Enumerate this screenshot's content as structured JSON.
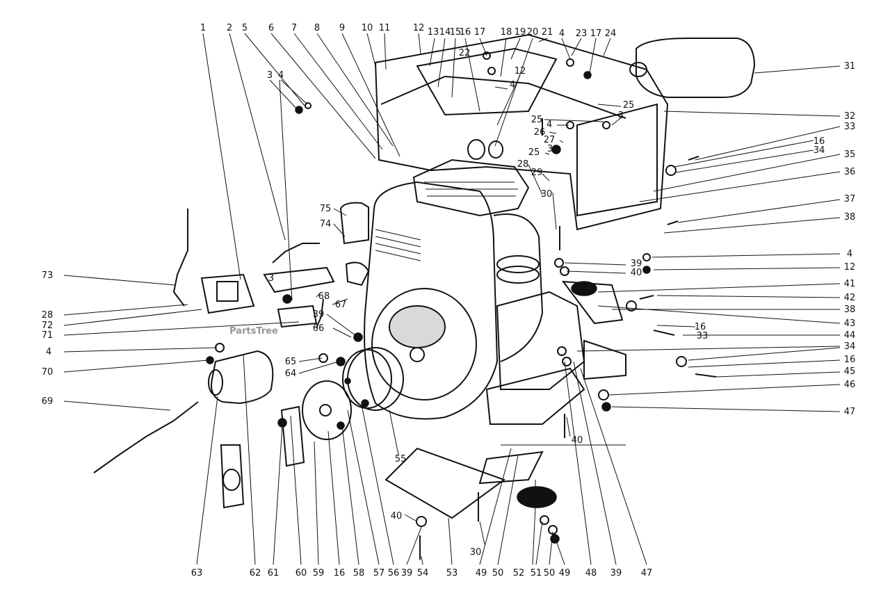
{
  "watermark": "PartsTree",
  "callouts": [
    {
      "id": "c-1",
      "label": "1"
    },
    {
      "id": "c-2",
      "label": "2"
    },
    {
      "id": "c-5",
      "label": "5"
    },
    {
      "id": "c-6",
      "label": "6"
    },
    {
      "id": "c-7",
      "label": "7"
    },
    {
      "id": "c-8",
      "label": "8"
    },
    {
      "id": "c-9",
      "label": "9"
    },
    {
      "id": "c-10",
      "label": "10"
    },
    {
      "id": "c-11",
      "label": "11"
    },
    {
      "id": "c-12a",
      "label": "12"
    },
    {
      "id": "c-13",
      "label": "13"
    },
    {
      "id": "c-14",
      "label": "14"
    },
    {
      "id": "c-15",
      "label": "15"
    },
    {
      "id": "c-16a",
      "label": "16"
    },
    {
      "id": "c-17a",
      "label": "17"
    },
    {
      "id": "c-18",
      "label": "18"
    },
    {
      "id": "c-19",
      "label": "19"
    },
    {
      "id": "c-20",
      "label": "20"
    },
    {
      "id": "c-21",
      "label": "21"
    },
    {
      "id": "c-4a",
      "label": "4"
    },
    {
      "id": "c-23",
      "label": "23"
    },
    {
      "id": "c-17b",
      "label": "17"
    },
    {
      "id": "c-24",
      "label": "24"
    },
    {
      "id": "c-22",
      "label": "22"
    },
    {
      "id": "c-12b",
      "label": "12"
    },
    {
      "id": "c-4b",
      "label": "4"
    },
    {
      "id": "c-3a",
      "label": "3"
    },
    {
      "id": "c-4c",
      "label": "4"
    },
    {
      "id": "c-31",
      "label": "31"
    },
    {
      "id": "c-25a",
      "label": "25"
    },
    {
      "id": "c-32",
      "label": "32"
    },
    {
      "id": "c-25b",
      "label": "25"
    },
    {
      "id": "c-3b",
      "label": "3"
    },
    {
      "id": "c-4d",
      "label": "4"
    },
    {
      "id": "c-33a",
      "label": "33"
    },
    {
      "id": "c-26",
      "label": "26"
    },
    {
      "id": "c-27",
      "label": "27"
    },
    {
      "id": "c-16b",
      "label": "16"
    },
    {
      "id": "c-3c",
      "label": "3"
    },
    {
      "id": "c-34a",
      "label": "34"
    },
    {
      "id": "c-25c",
      "label": "25"
    },
    {
      "id": "c-35",
      "label": "35"
    },
    {
      "id": "c-28a",
      "label": "28"
    },
    {
      "id": "c-29",
      "label": "29"
    },
    {
      "id": "c-36",
      "label": "36"
    },
    {
      "id": "c-30a",
      "label": "30"
    },
    {
      "id": "c-75",
      "label": "75"
    },
    {
      "id": "c-37",
      "label": "37"
    },
    {
      "id": "c-74",
      "label": "74"
    },
    {
      "id": "c-38a",
      "label": "38"
    },
    {
      "id": "c-4e",
      "label": "4"
    },
    {
      "id": "c-39a",
      "label": "39"
    },
    {
      "id": "c-12c",
      "label": "12"
    },
    {
      "id": "c-40a",
      "label": "40"
    },
    {
      "id": "c-73",
      "label": "73"
    },
    {
      "id": "c-3d",
      "label": "3"
    },
    {
      "id": "c-41",
      "label": "41"
    },
    {
      "id": "c-68",
      "label": "68"
    },
    {
      "id": "c-42",
      "label": "42"
    },
    {
      "id": "c-28b",
      "label": "28"
    },
    {
      "id": "c-67",
      "label": "67"
    },
    {
      "id": "c-38b",
      "label": "38"
    },
    {
      "id": "c-72",
      "label": "72"
    },
    {
      "id": "c-39b",
      "label": "39"
    },
    {
      "id": "c-43",
      "label": "43"
    },
    {
      "id": "c-71",
      "label": "71"
    },
    {
      "id": "c-16c",
      "label": "16"
    },
    {
      "id": "c-66",
      "label": "66"
    },
    {
      "id": "c-33b",
      "label": "33"
    },
    {
      "id": "c-44",
      "label": "44"
    },
    {
      "id": "c-4f",
      "label": "4"
    },
    {
      "id": "c-34b",
      "label": "34"
    },
    {
      "id": "c-65",
      "label": "65"
    },
    {
      "id": "c-70",
      "label": "70"
    },
    {
      "id": "c-64",
      "label": "64"
    },
    {
      "id": "c-16d",
      "label": "16"
    },
    {
      "id": "c-45",
      "label": "45"
    },
    {
      "id": "c-46",
      "label": "46"
    },
    {
      "id": "c-69",
      "label": "69"
    },
    {
      "id": "c-47a",
      "label": "47"
    },
    {
      "id": "c-40b",
      "label": "40"
    },
    {
      "id": "c-55",
      "label": "55"
    },
    {
      "id": "c-40c",
      "label": "40"
    },
    {
      "id": "c-30b",
      "label": "30"
    },
    {
      "id": "c-63",
      "label": "63"
    },
    {
      "id": "c-62",
      "label": "62"
    },
    {
      "id": "c-61",
      "label": "61"
    },
    {
      "id": "c-60",
      "label": "60"
    },
    {
      "id": "c-59",
      "label": "59"
    },
    {
      "id": "c-16e",
      "label": "16"
    },
    {
      "id": "c-58",
      "label": "58"
    },
    {
      "id": "c-57",
      "label": "57"
    },
    {
      "id": "c-56",
      "label": "56"
    },
    {
      "id": "c-39c",
      "label": "39"
    },
    {
      "id": "c-54",
      "label": "54"
    },
    {
      "id": "c-53",
      "label": "53"
    },
    {
      "id": "c-49a",
      "label": "49"
    },
    {
      "id": "c-50a",
      "label": "50"
    },
    {
      "id": "c-52",
      "label": "52"
    },
    {
      "id": "c-51",
      "label": "51"
    },
    {
      "id": "c-50b",
      "label": "50"
    },
    {
      "id": "c-49b",
      "label": "49"
    },
    {
      "id": "c-48",
      "label": "48"
    },
    {
      "id": "c-39d",
      "label": "39"
    },
    {
      "id": "c-47b",
      "label": "47"
    }
  ]
}
